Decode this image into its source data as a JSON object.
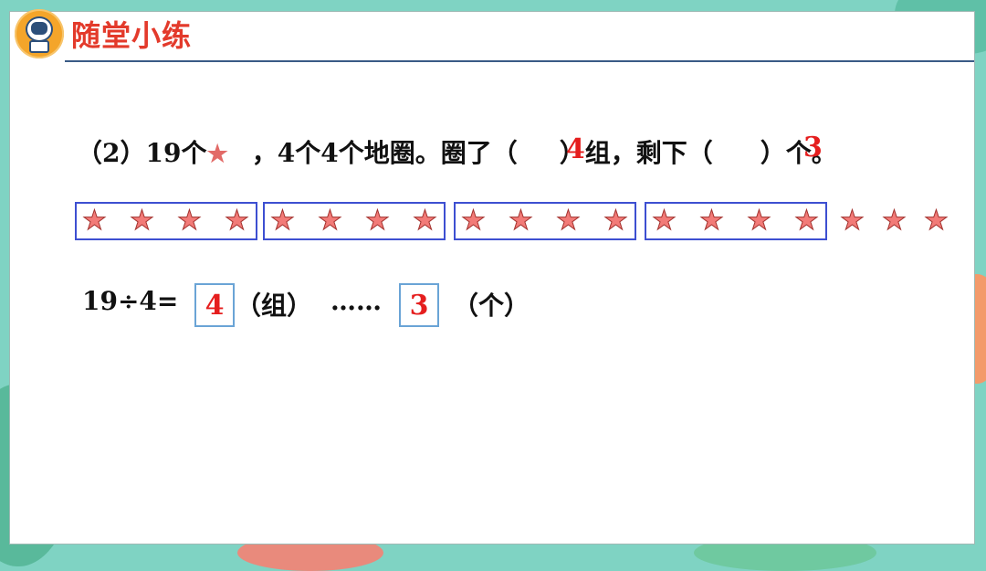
{
  "header": {
    "title": "随堂小练"
  },
  "question": {
    "prefix": "（2）19个",
    "middle": "，4个4个地圈。圈了（",
    "answer_groups": "4",
    "after_groups": "）组，剩下（",
    "answer_remainder": "3",
    "suffix": "）个。",
    "star_glyph": "★"
  },
  "stars": {
    "total": 19,
    "per_group": 4,
    "groups": 4,
    "remaining": 3,
    "glyph": "★",
    "fill_color": "#f27b78",
    "box_color": "#3d4fd1"
  },
  "equation": {
    "lhs": "19÷4=",
    "quotient": "4",
    "unit_groups": "（组）",
    "dots": "……",
    "remainder": "3",
    "unit_items": "（个）"
  },
  "colors": {
    "answer": "#e51e1e",
    "title": "#e33a2b",
    "badge": "#f4a52a"
  }
}
